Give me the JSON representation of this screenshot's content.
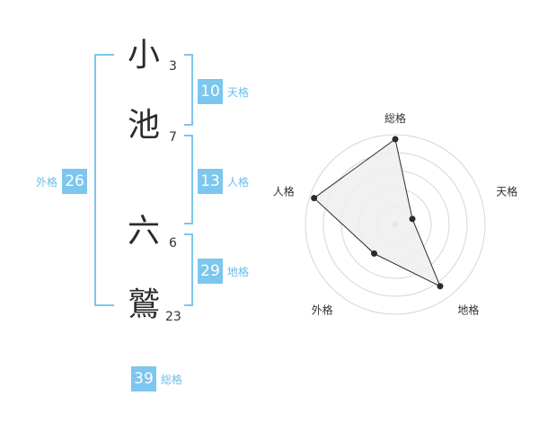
{
  "name_chars": [
    {
      "char": "小",
      "strokes": "3"
    },
    {
      "char": "池",
      "strokes": "7"
    },
    {
      "char": "六",
      "strokes": "6"
    },
    {
      "char": "鷲",
      "strokes": "23"
    }
  ],
  "kakusu": {
    "ten": {
      "value": "10",
      "label": "天格"
    },
    "jin": {
      "value": "13",
      "label": "人格"
    },
    "chi": {
      "value": "29",
      "label": "地格"
    },
    "gai": {
      "value": "26",
      "label": "外格"
    },
    "sou": {
      "value": "39",
      "label": "総格"
    }
  },
  "colors": {
    "accent": "#7dc6ee",
    "label": "#6cbde6",
    "radar_fill": "#efefef"
  },
  "chart_data": {
    "type": "radar",
    "axes": [
      "総格",
      "天格",
      "地格",
      "外格",
      "人格"
    ],
    "values": [
      0.95,
      0.2,
      0.85,
      0.4,
      0.95
    ],
    "range": [
      0,
      1
    ],
    "rings": 5
  }
}
